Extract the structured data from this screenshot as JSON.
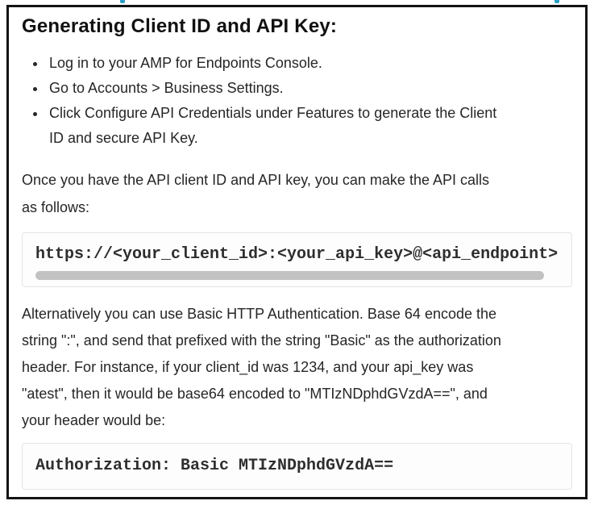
{
  "page": {
    "cutoff_link_fragment_color": "#2b9fc4",
    "border_color": "#141414"
  },
  "panel": {
    "heading": "Generating Client ID and API Key:",
    "steps": [
      "Log in to your AMP for Endpoints Console.",
      "Go to Accounts > Business Settings.",
      "Click Configure API Credentials under Features to generate the Client\nID and secure API Key."
    ],
    "intro_paragraph": "Once you have the API client ID and API key, you can make the API calls\nas follows:",
    "api_url_code": "https://<your_client_id>:<your_api_key>@<api_endpoint>",
    "basic_auth_paragraph": "Alternatively you can use Basic HTTP Authentication. Base 64 encode the\nstring \":\", and send that prefixed with the string \"Basic\" as the authorization\nheader. For instance, if your client_id was 1234, and your api_key was\n\"atest\", then it would be base64 encoded to \"MTIzNDphdGVzdA==\", and\nyour header would be:",
    "auth_header_code": "Authorization: Basic MTIzNDphdGVzdA==",
    "scrollbar": {
      "thumb_color": "#c2c2c2",
      "orientation": "horizontal"
    }
  }
}
